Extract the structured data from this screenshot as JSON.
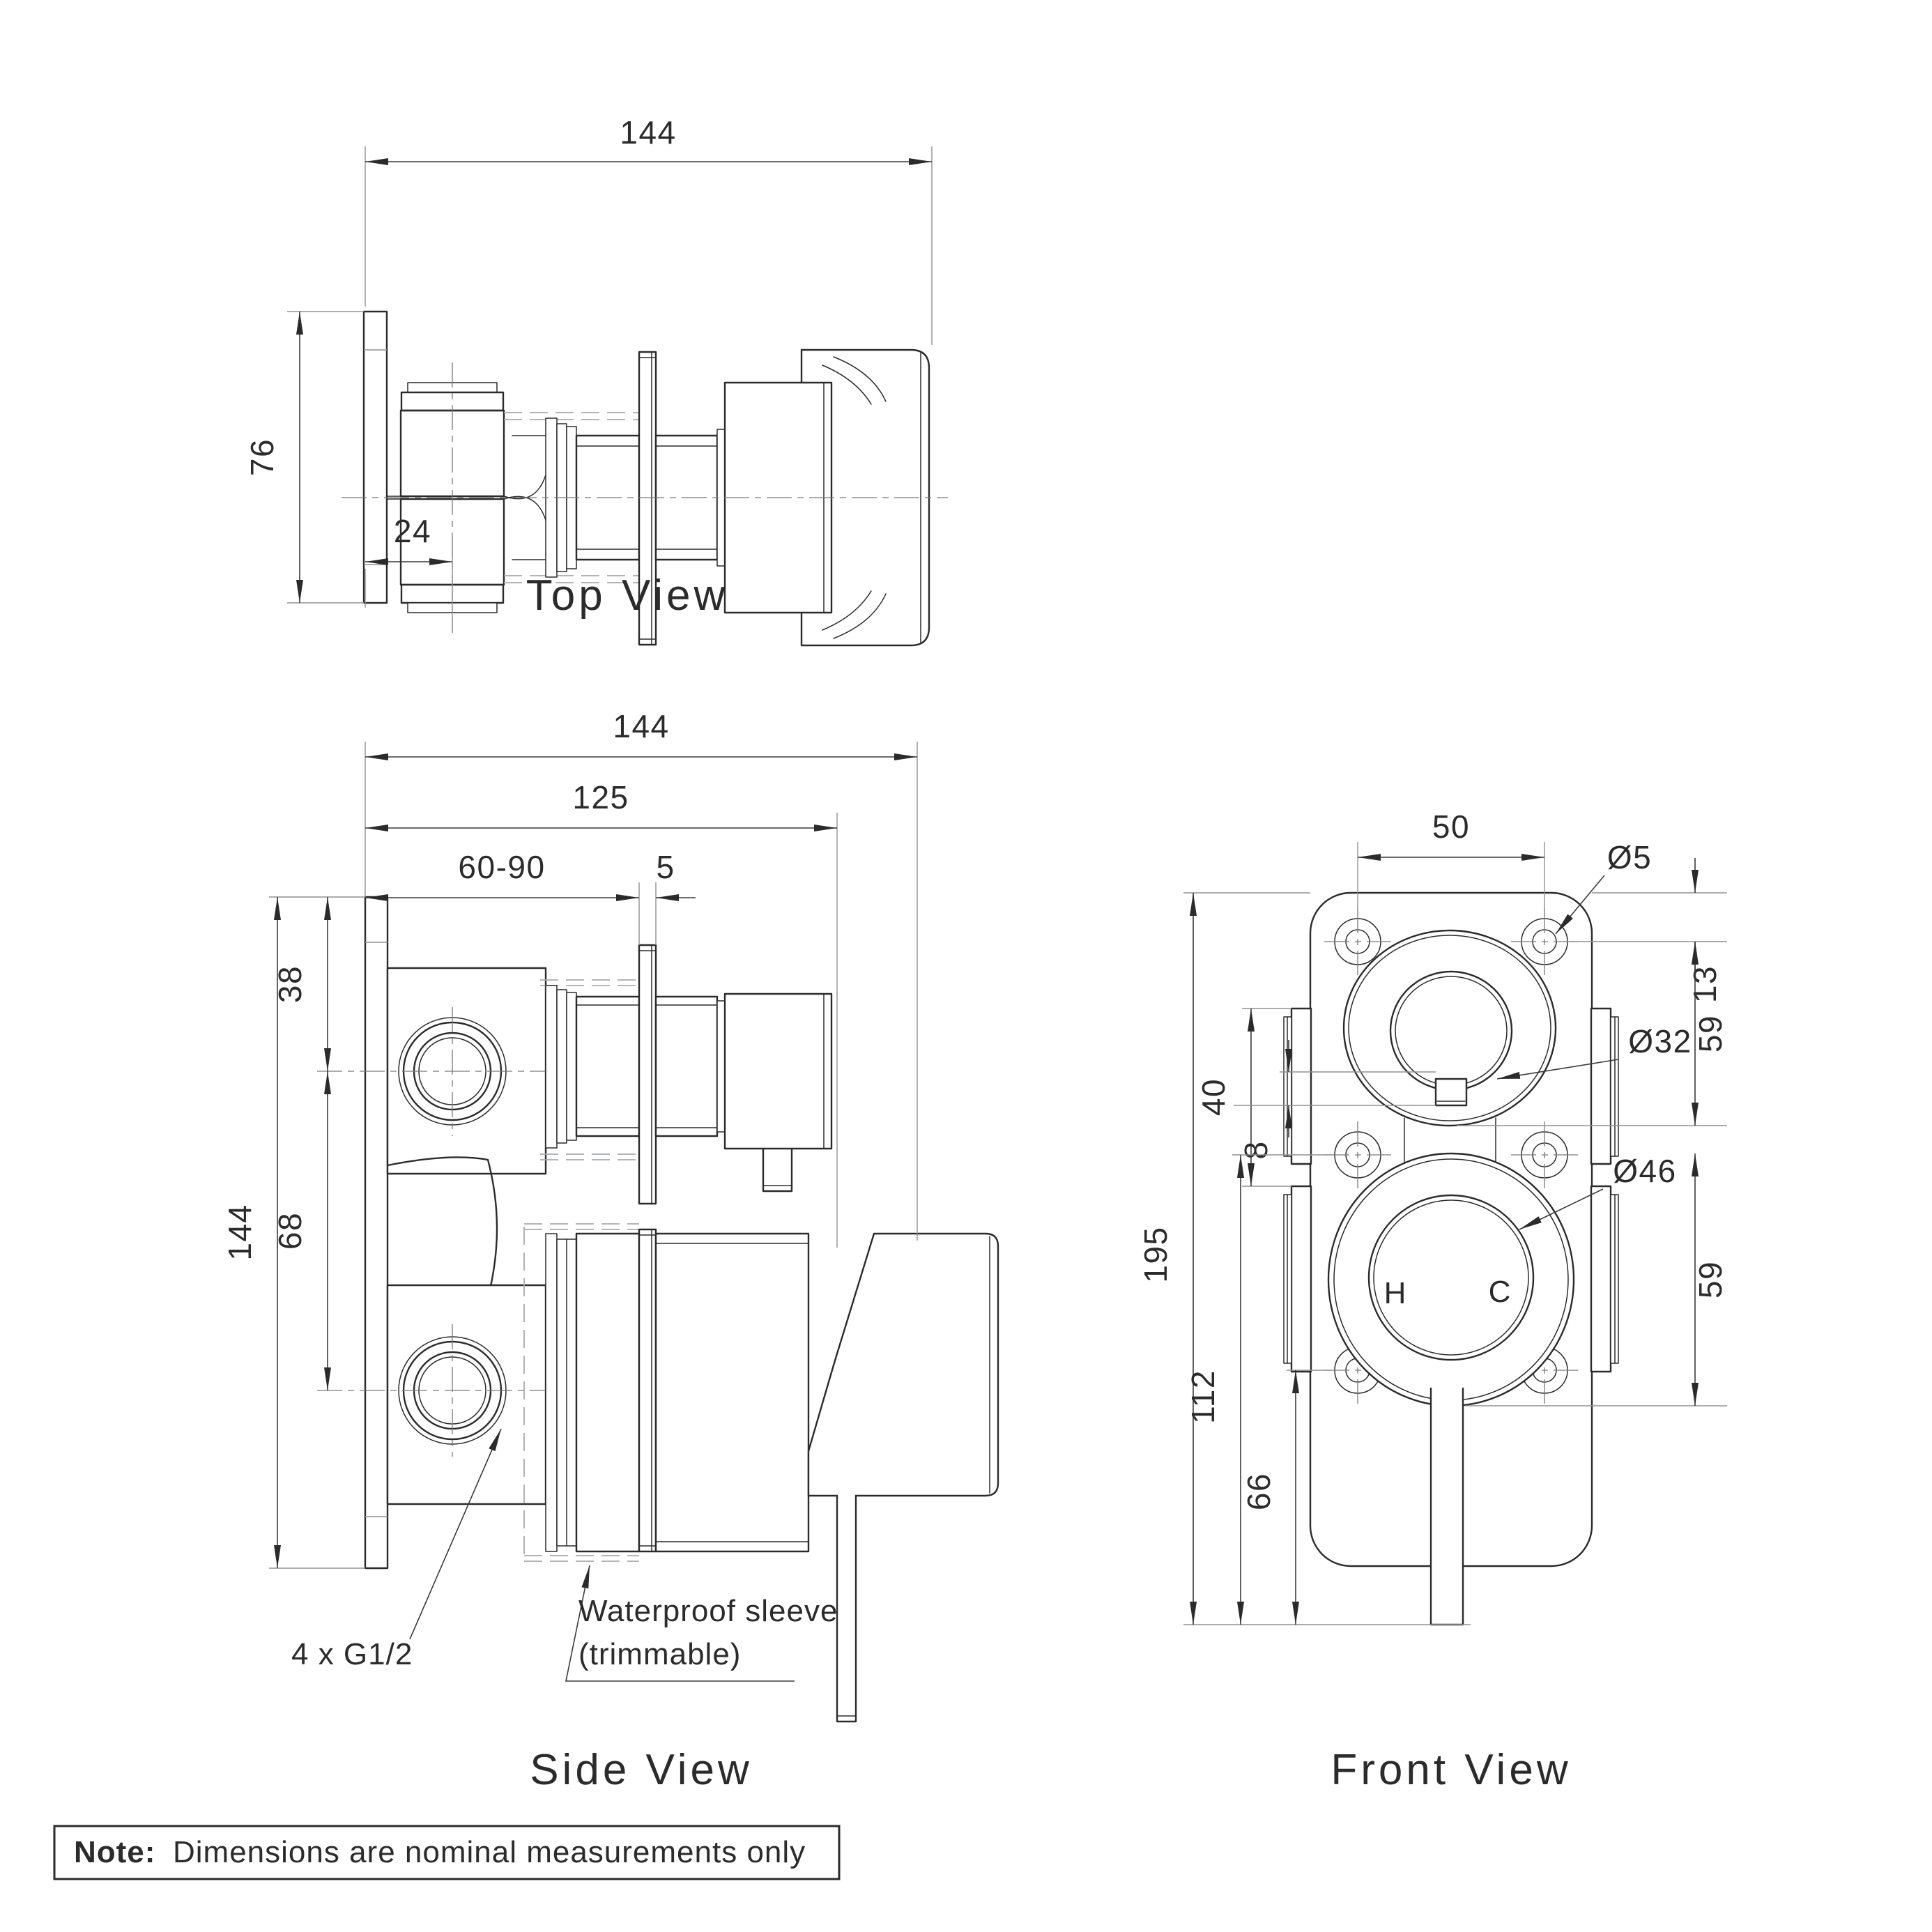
{
  "drawing": {
    "top_view": {
      "title": "Top View",
      "dim_width": "144",
      "dim_height": "76",
      "dim_offset": "24"
    },
    "side_view": {
      "title": "Side View",
      "dim_width": "144",
      "dim_to_handle": "125",
      "dim_wall_depth": "60-90",
      "dim_plate_thk": "5",
      "dim_height": "144",
      "dim_top_port": "38",
      "dim_port_gap": "68",
      "label_ports": "4 x G1/2",
      "label_sleeve_1": "Waterproof sleeve",
      "label_sleeve_2": "(trimmable)"
    },
    "front_view": {
      "title": "Front View",
      "dim_hole_pitch": "50",
      "dim_hole_dia": "Ø5",
      "dim_top_edge": "13",
      "dim_upper_knob": "Ø32",
      "dim_upper_trim": "59",
      "dim_knob_drop": "40",
      "dim_tab": "8",
      "dim_lower_knob": "Ø46",
      "dim_lower_trim": "59",
      "dim_total_height": "195",
      "dim_mid_holes": "112",
      "dim_low_holes": "66",
      "label_hot": "H",
      "label_cold": "C"
    },
    "note_prefix": "Note:",
    "note_text": "Dimensions are nominal measurements only"
  }
}
